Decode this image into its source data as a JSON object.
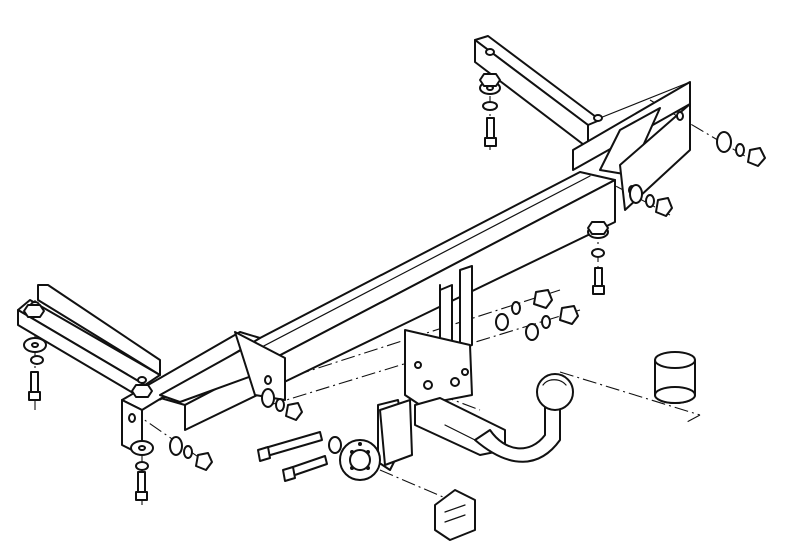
{
  "diagram": {
    "kind": "exploded-assembly",
    "subject": "tow bar",
    "line_color": "#111111",
    "background": "#ffffff",
    "components": [
      "crossbar",
      "right-side-bracket",
      "left-side-bracket",
      "tow-mounting-plate",
      "tow-ball-neck",
      "tow-ball-cover",
      "socket-plate",
      "electrical-socket",
      "wiring-connector",
      "bolts",
      "washers",
      "nuts"
    ]
  }
}
